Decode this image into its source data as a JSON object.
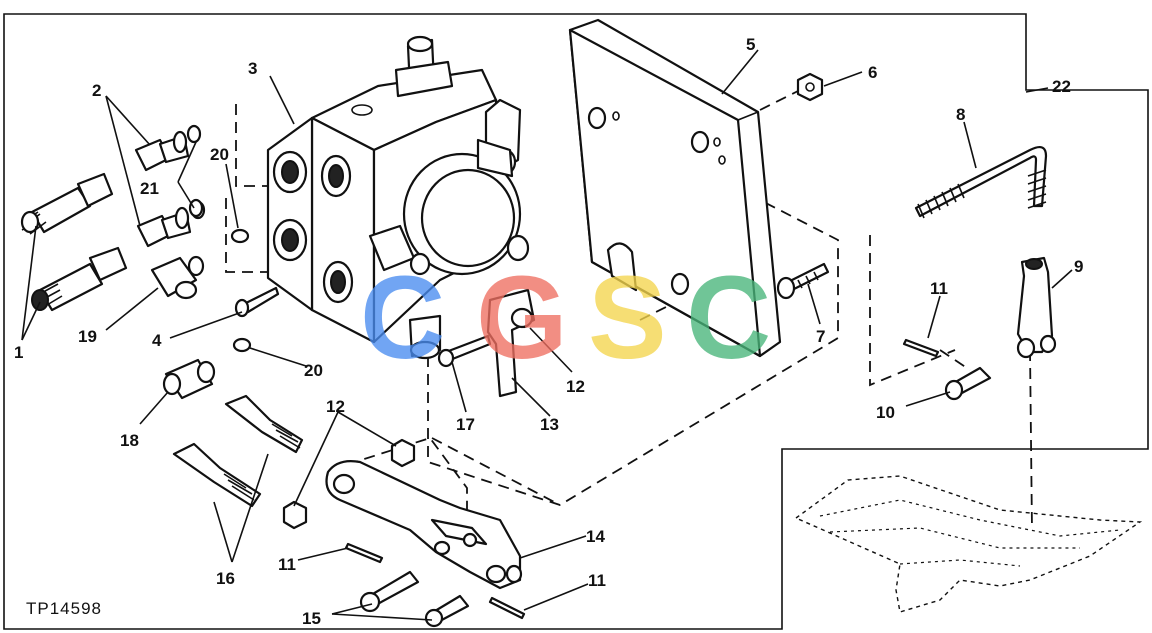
{
  "diagram": {
    "figure_id": "TP14598",
    "watermark": [
      "C",
      "G",
      "S",
      "C"
    ],
    "colors": {
      "line": "#111111",
      "watermark_blue": "#4a8df0",
      "watermark_red": "#ef6f61",
      "watermark_yellow": "#f4d54e",
      "watermark_green": "#49b57a"
    },
    "callouts": {
      "c1": "1",
      "c2": "2",
      "c3": "3",
      "c4": "4",
      "c5": "5",
      "c6": "6",
      "c7": "7",
      "c8": "8",
      "c9": "9",
      "c10": "10",
      "c11a": "11",
      "c11b": "11",
      "c11c": "11",
      "c12a": "12",
      "c12b": "12",
      "c13": "13",
      "c14": "14",
      "c15": "15",
      "c16": "16",
      "c17": "17",
      "c18": "18",
      "c19": "19",
      "c20a": "20",
      "c20b": "20",
      "c21": "21",
      "c22": "22"
    }
  }
}
